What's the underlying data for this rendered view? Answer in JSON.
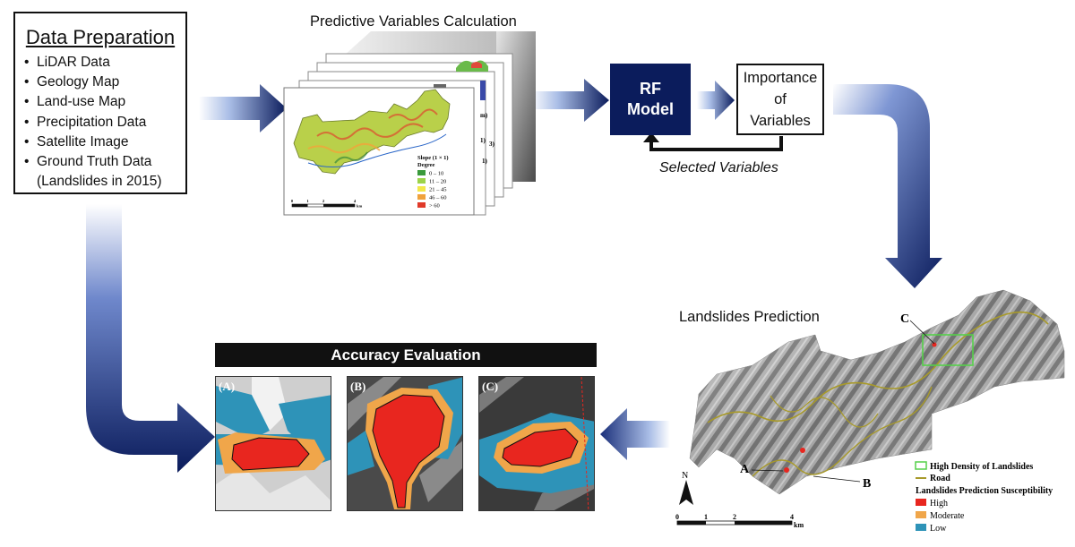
{
  "data_preparation": {
    "title": "Data Preparation",
    "items": [
      "LiDAR Data",
      "Geology Map",
      "Land-use Map",
      "Precipitation Data",
      "Satellite Image",
      "Ground Truth Data"
    ],
    "item_continuation": "(Landslides in 2015)"
  },
  "predictive_variables": {
    "title": "Predictive Variables Calculation",
    "legend_title": "Slope (1 × 1)",
    "legend_unit": "Degree",
    "legend_items": [
      {
        "label": "0 – 10",
        "color": "#3a9a3c"
      },
      {
        "label": "11 – 20",
        "color": "#9cd34a"
      },
      {
        "label": "21 – 45",
        "color": "#f2e84a"
      },
      {
        "label": "46 – 60",
        "color": "#f0a23c"
      },
      {
        "label": "> 60",
        "color": "#e03a2a"
      }
    ],
    "back_sheet_fragments": [
      "m)",
      "1)",
      "3)",
      "1)"
    ],
    "scale": {
      "ticks": [
        "0",
        "1",
        "2",
        "4"
      ],
      "unit": "km"
    }
  },
  "rf_model": {
    "line1": "RF",
    "line2": "Model"
  },
  "importance": {
    "line1": "Importance",
    "line2": "of",
    "line3": "Variables"
  },
  "selected_variables": "Selected Variables",
  "landslides_prediction": {
    "title": "Landslides Prediction",
    "marker_a": "A",
    "marker_b": "B",
    "marker_c": "C",
    "north": "N",
    "scale": {
      "ticks": [
        "0",
        "1",
        "2",
        "4"
      ],
      "unit": "km"
    },
    "legend": {
      "high_density": "High Density of Landslides",
      "road": "Road",
      "susceptibility_title": "Landslides Prediction Susceptibility",
      "high": "High",
      "moderate": "Moderate",
      "low": "Low"
    }
  },
  "accuracy_evaluation": {
    "title": "Accuracy Evaluation",
    "panels": [
      "(A)",
      "(B)",
      "(C)"
    ]
  },
  "colors": {
    "arrow_dark": "#0b1c5c",
    "arrow_mid": "#2d4ea6",
    "susceptibility_high": "#e8261f",
    "susceptibility_moderate": "#f0a64a",
    "susceptibility_low": "#2e93b8",
    "road": "#a89a2a",
    "high_density": "#55d04a"
  }
}
